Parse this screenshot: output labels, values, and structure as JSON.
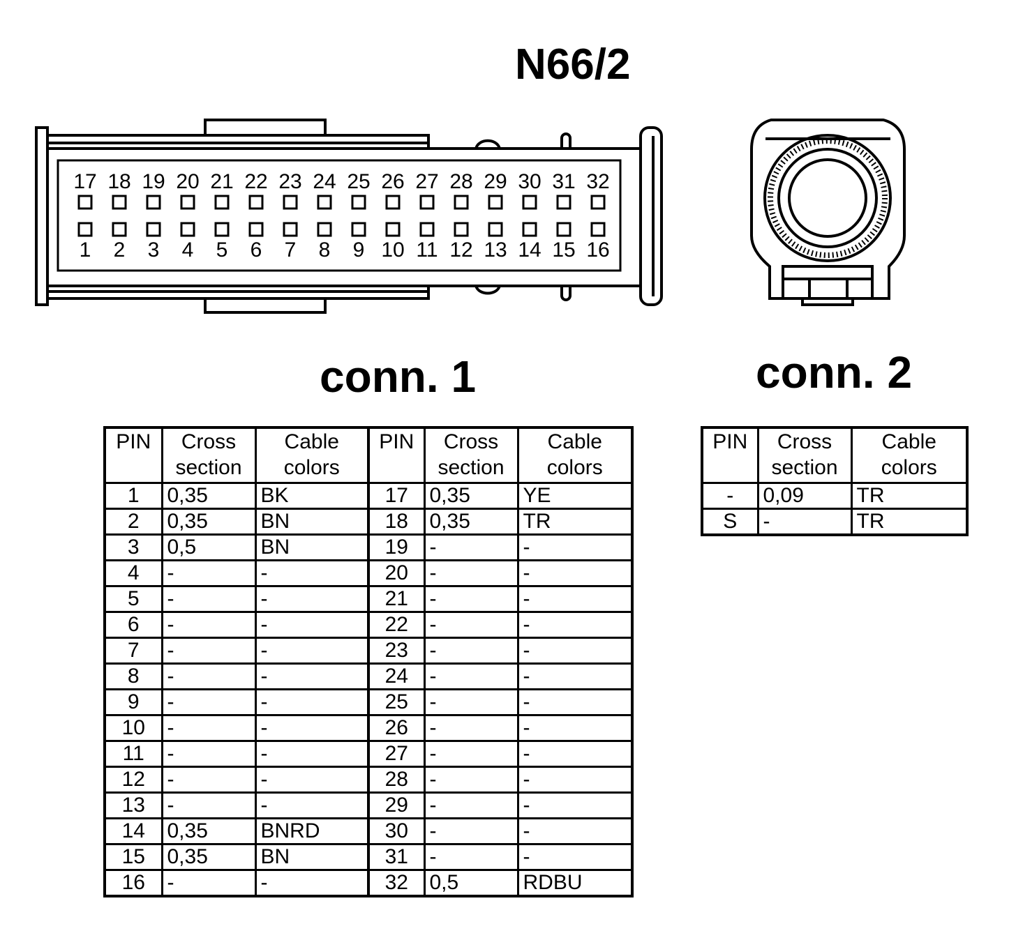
{
  "title": "N66/2",
  "conn1": {
    "label": "conn. 1",
    "top_pins": [
      "17",
      "18",
      "19",
      "20",
      "21",
      "22",
      "23",
      "24",
      "25",
      "26",
      "27",
      "28",
      "29",
      "30",
      "31",
      "32"
    ],
    "bottom_pins": [
      "1",
      "2",
      "3",
      "4",
      "5",
      "6",
      "7",
      "8",
      "9",
      "10",
      "11",
      "12",
      "13",
      "14",
      "15",
      "16"
    ],
    "headers": [
      "PIN",
      "Cross section",
      "Cable colors",
      "PIN",
      "Cross section",
      "Cable colors"
    ],
    "rows": [
      {
        "pin_a": "1",
        "cross_a": "0,35",
        "color_a": "BK",
        "pin_b": "17",
        "cross_b": "0,35",
        "color_b": "YE"
      },
      {
        "pin_a": "2",
        "cross_a": "0,35",
        "color_a": "BN",
        "pin_b": "18",
        "cross_b": "0,35",
        "color_b": "TR"
      },
      {
        "pin_a": "3",
        "cross_a": "0,5",
        "color_a": "BN",
        "pin_b": "19",
        "cross_b": "-",
        "color_b": "-"
      },
      {
        "pin_a": "4",
        "cross_a": "-",
        "color_a": "-",
        "pin_b": "20",
        "cross_b": "-",
        "color_b": "-"
      },
      {
        "pin_a": "5",
        "cross_a": "-",
        "color_a": "-",
        "pin_b": "21",
        "cross_b": "-",
        "color_b": "-"
      },
      {
        "pin_a": "6",
        "cross_a": "-",
        "color_a": "-",
        "pin_b": "22",
        "cross_b": "-",
        "color_b": "-"
      },
      {
        "pin_a": "7",
        "cross_a": "-",
        "color_a": "-",
        "pin_b": "23",
        "cross_b": "-",
        "color_b": "-"
      },
      {
        "pin_a": "8",
        "cross_a": "-",
        "color_a": "-",
        "pin_b": "24",
        "cross_b": "-",
        "color_b": "-"
      },
      {
        "pin_a": "9",
        "cross_a": "-",
        "color_a": "-",
        "pin_b": "25",
        "cross_b": "-",
        "color_b": "-"
      },
      {
        "pin_a": "10",
        "cross_a": "-",
        "color_a": "-",
        "pin_b": "26",
        "cross_b": "-",
        "color_b": "-"
      },
      {
        "pin_a": "11",
        "cross_a": "-",
        "color_a": "-",
        "pin_b": "27",
        "cross_b": "-",
        "color_b": "-"
      },
      {
        "pin_a": "12",
        "cross_a": "-",
        "color_a": "-",
        "pin_b": "28",
        "cross_b": "-",
        "color_b": "-"
      },
      {
        "pin_a": "13",
        "cross_a": "-",
        "color_a": "-",
        "pin_b": "29",
        "cross_b": "-",
        "color_b": "-"
      },
      {
        "pin_a": "14",
        "cross_a": "0,35",
        "color_a": "BNRD",
        "pin_b": "30",
        "cross_b": "-",
        "color_b": "-"
      },
      {
        "pin_a": "15",
        "cross_a": "0,35",
        "color_a": "BN",
        "pin_b": "31",
        "cross_b": "-",
        "color_b": "-"
      },
      {
        "pin_a": "16",
        "cross_a": "-",
        "color_a": "-",
        "pin_b": "32",
        "cross_b": "0,5",
        "color_b": "RDBU"
      }
    ]
  },
  "conn2": {
    "label": "conn. 2",
    "headers": [
      "PIN",
      "Cross section",
      "Cable colors"
    ],
    "rows": [
      {
        "pin": "-",
        "cross": "0,09",
        "color": "TR"
      },
      {
        "pin": "S",
        "cross": "-",
        "color": "TR"
      }
    ]
  }
}
